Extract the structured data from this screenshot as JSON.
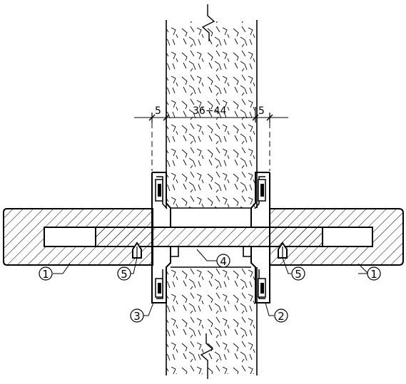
{
  "drawing": {
    "dimension_left": "5",
    "dimension_center": "36÷44",
    "dimension_right": "5",
    "callouts": {
      "panel_left": "1",
      "panel_right": "1",
      "profile_right": "2",
      "profile_left": "3",
      "connector": "4",
      "wedge_left": "5",
      "wedge_right": "5"
    }
  }
}
